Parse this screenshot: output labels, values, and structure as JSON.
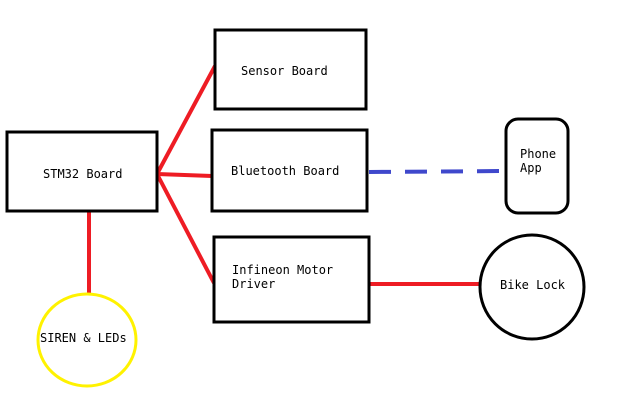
{
  "diagram": {
    "nodes": {
      "stm32": {
        "label": "STM32 Board"
      },
      "sensor": {
        "label": "Sensor Board"
      },
      "bluetooth": {
        "label": "Bluetooth Board"
      },
      "motor": {
        "line1": "Infineon Motor",
        "line2": "Driver"
      },
      "phone": {
        "line1": "Phone",
        "line2": "App"
      },
      "lock": {
        "label": "Bike Lock"
      },
      "siren": {
        "label": "SIREN & LEDs"
      }
    },
    "colors": {
      "stroke": "#000000",
      "wire": "#ee1c24",
      "wireless": "#3f48cc",
      "siren_outline": "#fff200"
    }
  }
}
